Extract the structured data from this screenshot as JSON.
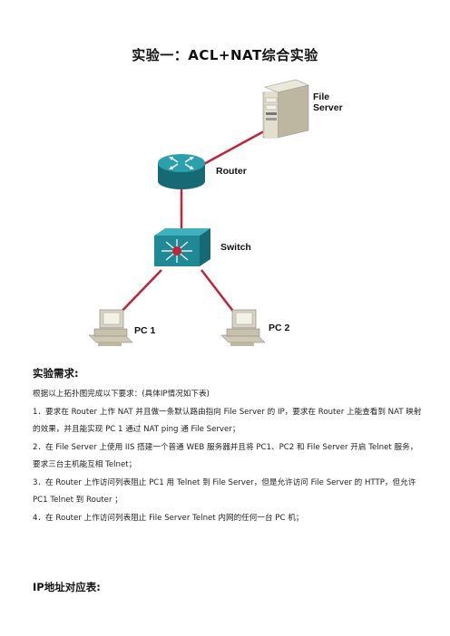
{
  "document": {
    "title": "实验一：ACL+NAT综合实验"
  },
  "diagram": {
    "nodes": {
      "file_server": {
        "label_line1": "File",
        "label_line2": "Server",
        "icon": "server-icon"
      },
      "router": {
        "label": "Router",
        "icon": "router-icon"
      },
      "switch": {
        "label": "Switch",
        "icon": "switch-icon"
      },
      "pc1": {
        "label": "PC 1",
        "icon": "pc-icon"
      },
      "pc2": {
        "label": "PC 2",
        "icon": "pc-icon"
      }
    },
    "colors": {
      "link": "#c0243a",
      "device_teal": "#1f7f8c",
      "server": "#d9d4c2"
    }
  },
  "requirements": {
    "heading": "实验需求:",
    "intro": "根据以上拓扑图完成以下要求：(具体IP情况如下表)",
    "items": [
      "1．要求在 Router 上作 NAT 并且做一条默认路由指向 File Server 的 IP，要求在 Router 上能查看到 NAT 映射的效果，并且能实现 PC 1 通过 NAT ping 通 File Server；",
      "2．在 File Server 上使用 IIS 搭建一个普通 WEB 服务器并且将 PC1、PC2 和 File Server 开启 Telnet 服务，要求三台主机能互相 Telnet；",
      "3．在 Router 上作访问列表阻止 PC1 用 Telnet 到 File Server，但是允许访问 File Server 的 HTTP，但允许 PC1 Telnet 到 Router ；",
      "4．在 Router 上作访问列表阻止 File Server Telnet 内网的任何一台 PC 机；"
    ]
  },
  "ip_table": {
    "heading": "IP地址对应表:"
  }
}
